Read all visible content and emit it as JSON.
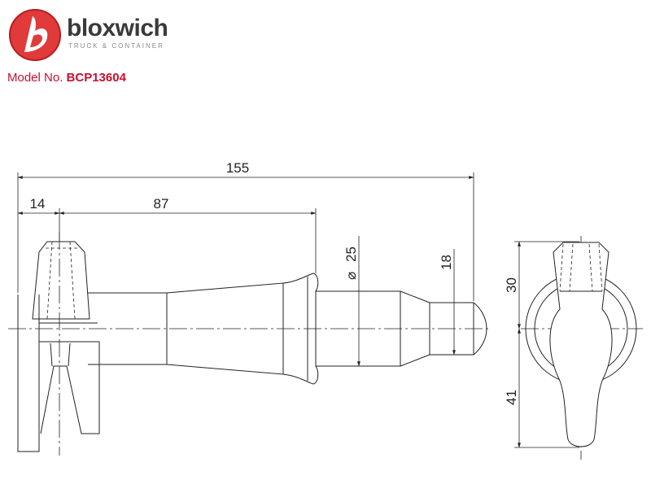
{
  "brand": {
    "name": "bloxwich",
    "tagline": "TRUCK & CONTAINER",
    "logo_icon": "bloxwich-b-logo-icon",
    "accent_color": "#c8102e"
  },
  "model": {
    "label": "Model No.",
    "number": "BCP13604"
  },
  "dimensions": {
    "overall_length": "155",
    "handle_offset": "14",
    "body_length": "87",
    "diameter_symbol": "⌀",
    "diameter": "25",
    "pin_diameter": "18",
    "upper_height": "30",
    "lower_height": "41"
  }
}
